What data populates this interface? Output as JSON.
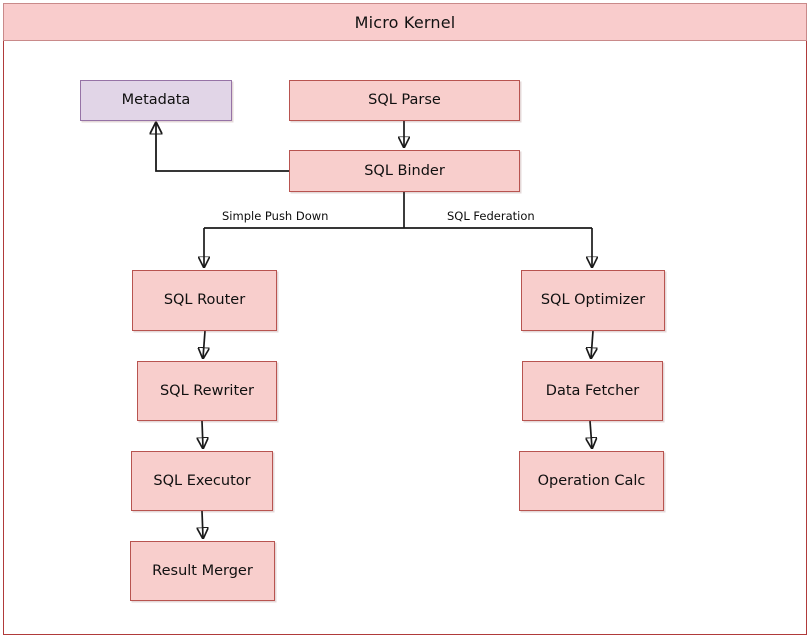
{
  "diagram": {
    "title": "Micro Kernel",
    "colors": {
      "node_fill": "#f8cecc",
      "node_border": "#b85450",
      "metadata_fill": "#e1d5e7",
      "metadata_border": "#9673a6",
      "frame_border": "#b03a3a",
      "title_fill": "#f9cccc",
      "edge": "#1a1a1a",
      "text": "#101010"
    },
    "nodes": [
      {
        "id": "metadata",
        "label": "Metadata",
        "style": "purple"
      },
      {
        "id": "sql-parse",
        "label": "SQL Parse",
        "style": "pink"
      },
      {
        "id": "sql-binder",
        "label": "SQL Binder",
        "style": "pink"
      },
      {
        "id": "sql-router",
        "label": "SQL Router",
        "style": "pink"
      },
      {
        "id": "sql-rewriter",
        "label": "SQL Rewriter",
        "style": "pink"
      },
      {
        "id": "sql-executor",
        "label": "SQL Executor",
        "style": "pink"
      },
      {
        "id": "result-merger",
        "label": "Result Merger",
        "style": "pink"
      },
      {
        "id": "sql-optimizer",
        "label": "SQL Optimizer",
        "style": "pink"
      },
      {
        "id": "data-fetcher",
        "label": "Data Fetcher",
        "style": "pink"
      },
      {
        "id": "operation-calc",
        "label": "Operation Calc",
        "style": "pink"
      }
    ],
    "edge_labels": [
      {
        "id": "simple-push-down",
        "label": "Simple Push Down"
      },
      {
        "id": "sql-federation",
        "label": "SQL Federation"
      }
    ],
    "edges": [
      {
        "from": "sql-parse",
        "to": "sql-binder",
        "label": ""
      },
      {
        "from": "sql-binder",
        "to": "metadata",
        "label": ""
      },
      {
        "from": "sql-binder",
        "to": "sql-router",
        "label": "Simple Push Down"
      },
      {
        "from": "sql-binder",
        "to": "sql-optimizer",
        "label": "SQL Federation"
      },
      {
        "from": "sql-router",
        "to": "sql-rewriter",
        "label": ""
      },
      {
        "from": "sql-rewriter",
        "to": "sql-executor",
        "label": ""
      },
      {
        "from": "sql-executor",
        "to": "result-merger",
        "label": ""
      },
      {
        "from": "sql-optimizer",
        "to": "data-fetcher",
        "label": ""
      },
      {
        "from": "data-fetcher",
        "to": "operation-calc",
        "label": ""
      }
    ]
  }
}
